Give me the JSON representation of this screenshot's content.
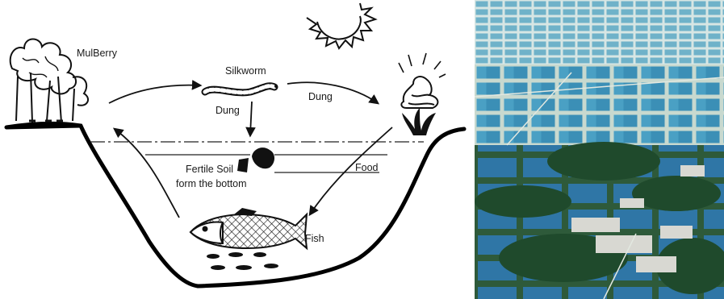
{
  "diagram": {
    "labels": {
      "mulberry": "MulBerry",
      "silkworm": "Silkworm",
      "dung_left": "Dung",
      "dung_right": "Dung",
      "soil_line1": "Fertile Soil",
      "soil_line2": "form the bottom",
      "food": "Food",
      "fish": "Fish"
    },
    "icons": [
      "mulberry-tree-icon",
      "sun-icon",
      "silkworm-icon",
      "dung-pile-icon",
      "plant-icon",
      "soil-clump-icon",
      "fish-icon"
    ]
  },
  "photo": {
    "subject": "aerial-view-of-fish-ponds",
    "colors": {
      "water": "#3f8fb5",
      "dikes": "#c9d7c6",
      "vegetation": "#1f4a2c",
      "village": "#d8d8d2"
    }
  }
}
